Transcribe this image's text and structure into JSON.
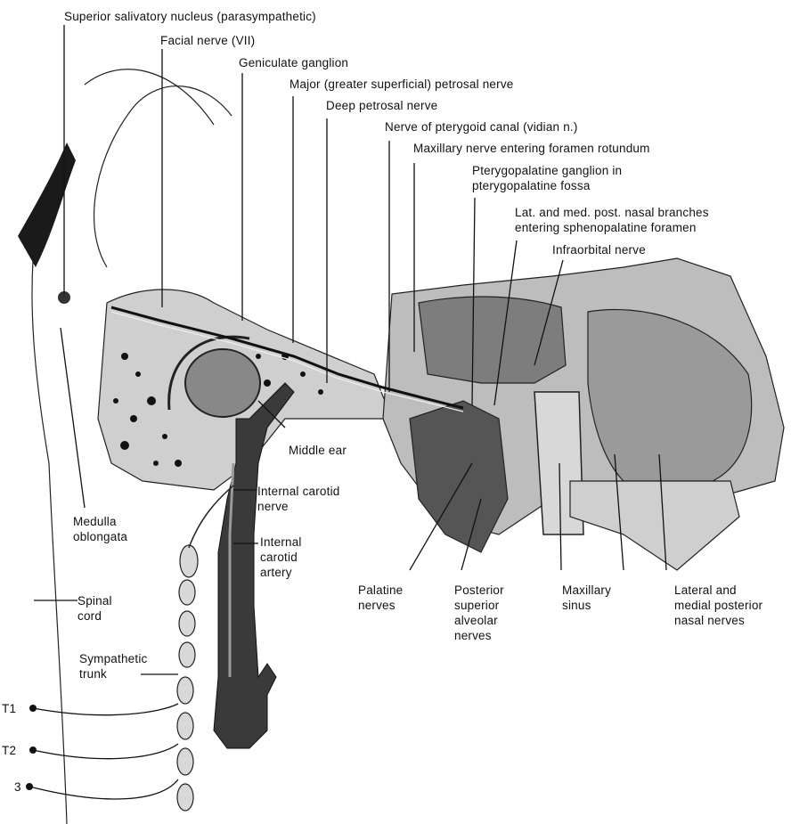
{
  "labels": {
    "superior_salivatory": "Superior salivatory nucleus (parasympathetic)",
    "facial_nerve": "Facial nerve (VII)",
    "geniculate": "Geniculate ganglion",
    "major_petrosal": "Major (greater superficial) petrosal nerve",
    "deep_petrosal": "Deep petrosal nerve",
    "pterygoid_canal": "Nerve of pterygoid canal (vidian n.)",
    "maxillary_nerve": "Maxillary nerve entering foramen rotundum",
    "pterygopalatine_1": "Pterygopalatine ganglion in",
    "pterygopalatine_2": "pterygopalatine fossa",
    "post_nasal_1": "Lat. and med. post. nasal branches",
    "post_nasal_2": "entering sphenopalatine foramen",
    "infraorbital": "Infraorbital nerve",
    "middle_ear": "Middle ear",
    "internal_carotid_nerve_1": "Internal carotid",
    "internal_carotid_nerve_2": "nerve",
    "medulla_1": "Medulla",
    "medulla_2": "oblongata",
    "ica_1": "Internal",
    "ica_2": "carotid",
    "ica_3": "artery",
    "spinal_1": "Spinal",
    "spinal_2": "cord",
    "sympathetic_1": "Sympathetic",
    "sympathetic_2": "trunk",
    "palatine_1": "Palatine",
    "palatine_2": "nerves",
    "psa_1": "Posterior",
    "psa_2": "superior",
    "psa_3": "alveolar",
    "psa_4": "nerves",
    "maxsinus_1": "Maxillary",
    "maxsinus_2": "sinus",
    "lat_med_1": "Lateral and",
    "lat_med_2": "medial posterior",
    "lat_med_3": "nasal nerves",
    "t1": "T1",
    "t2": "T2",
    "t3": "3"
  }
}
